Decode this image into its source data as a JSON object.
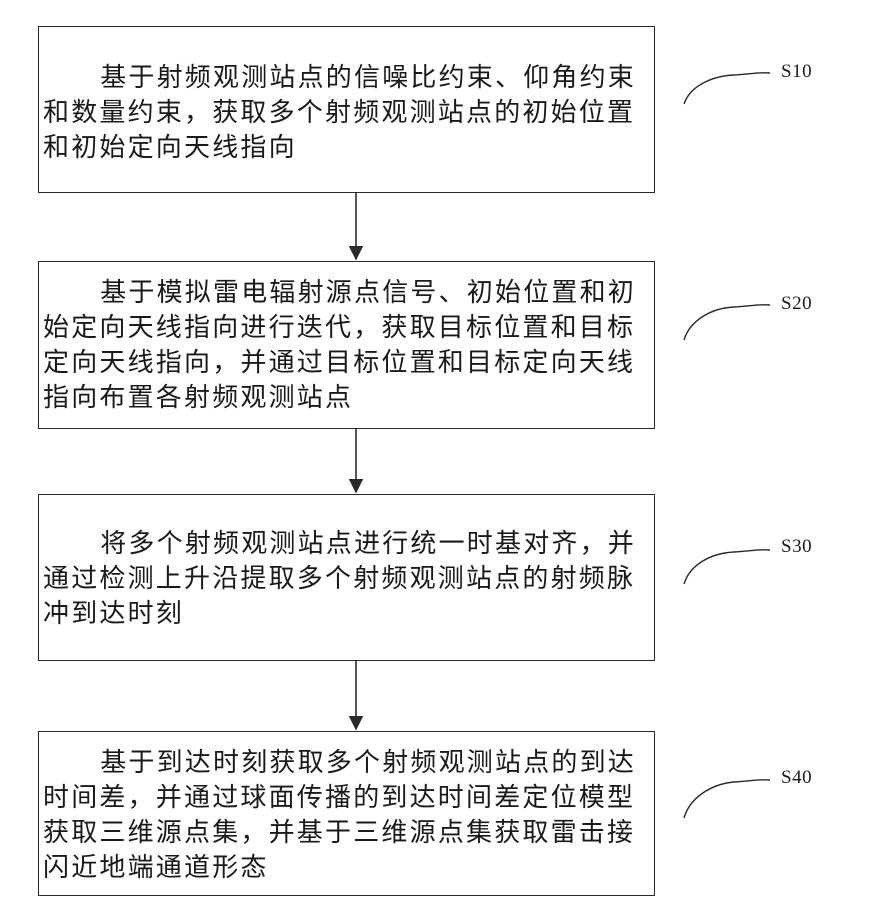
{
  "steps": [
    {
      "id": "S10",
      "label": "S10",
      "text": "基于射频观测站点的信噪比约束、仰角约束和数量约束，获取多个射频观测站点的初始位置和初始定向天线指向"
    },
    {
      "id": "S20",
      "label": "S20",
      "text": "基于模拟雷电辐射源点信号、初始位置和初始定向天线指向进行迭代，获取目标位置和目标定向天线指向，并通过目标位置和目标定向天线指向布置各射频观测站点"
    },
    {
      "id": "S30",
      "label": "S30",
      "text": "将多个射频观测站点进行统一时基对齐，并通过检测上升沿提取多个射频观测站点的射频脉冲到达时刻"
    },
    {
      "id": "S40",
      "label": "S40",
      "text": "基于到达时刻获取多个射频观测站点的到达时间差，并通过球面传播的到达时间差定位模型获取三维源点集，并基于三维源点集获取雷击接闪近地端通道形态"
    }
  ]
}
